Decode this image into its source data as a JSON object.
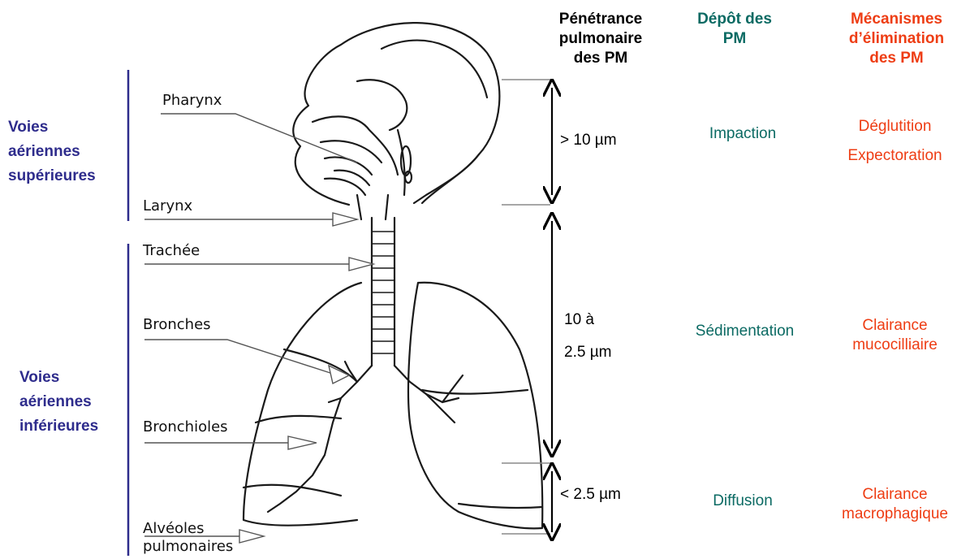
{
  "groups": {
    "upper": [
      "Voies",
      "aériennes",
      "supérieures"
    ],
    "lower": [
      "Voies",
      "aériennes",
      "inférieures"
    ]
  },
  "organs": {
    "pharynx": "Pharynx",
    "larynx": "Larynx",
    "trachea": "Trachée",
    "bronchi": "Bronches",
    "bronchioles": "Bronchioles",
    "alveoli": [
      "Alvéoles",
      "pulmonaires"
    ]
  },
  "headers": {
    "penetration": [
      "Pénétrance",
      "pulmonaire",
      "des PM"
    ],
    "deposit": [
      "Dépôt des",
      "PM"
    ],
    "elimination": [
      "Mécanismes",
      "d’élimination",
      "des PM"
    ]
  },
  "rows": {
    "upper": {
      "size": "> 10 µm",
      "deposit": "Impaction",
      "elimination": [
        "Déglutition",
        "Expectoration"
      ]
    },
    "middle": {
      "size": [
        "10 à",
        "2.5 µm"
      ],
      "deposit": "Sédimentation",
      "elimination": [
        "Clairance",
        "mucocilliaire"
      ]
    },
    "lower": {
      "size": "< 2.5 µm",
      "deposit": "Diffusion",
      "elimination": [
        "Clairance",
        "macrophagique"
      ]
    }
  },
  "colors": {
    "group_label": "#2e2c8c",
    "deposit": "#0b6a63",
    "elimination": "#ee3d14",
    "size": "#000000"
  }
}
